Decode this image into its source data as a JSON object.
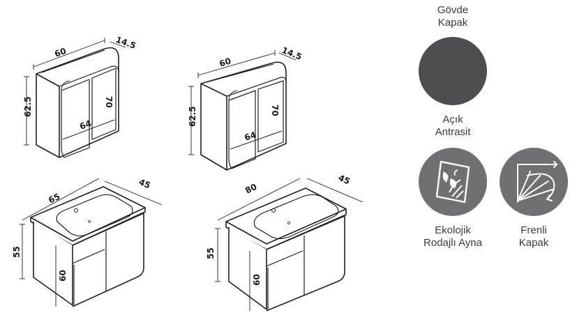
{
  "dimensions": {
    "cabinet1": {
      "width": "60",
      "depth": "14.5",
      "height": "62.5",
      "inner_height": "70",
      "inner_width": "64"
    },
    "cabinet2": {
      "width": "60",
      "depth": "14.5",
      "height": "62.5",
      "inner_height": "70",
      "inner_width": "64"
    },
    "vanity1": {
      "width": "65",
      "depth": "45",
      "height": "55",
      "door_height": "60"
    },
    "vanity2": {
      "width": "80",
      "depth": "45",
      "height": "55",
      "door_height": "60"
    }
  },
  "legend": {
    "body_door_title": [
      "Gövde",
      "Kapak"
    ],
    "color_name": [
      "Açık",
      "Antrasit"
    ],
    "color_hex": "#4c4e52",
    "feature1": {
      "icon": "eco-mirror-icon",
      "label": [
        "Ekolojik",
        "Rodajlı Ayna"
      ]
    },
    "feature2": {
      "icon": "soft-close-door-icon",
      "label": [
        "Frenli",
        "Kapak"
      ]
    }
  }
}
